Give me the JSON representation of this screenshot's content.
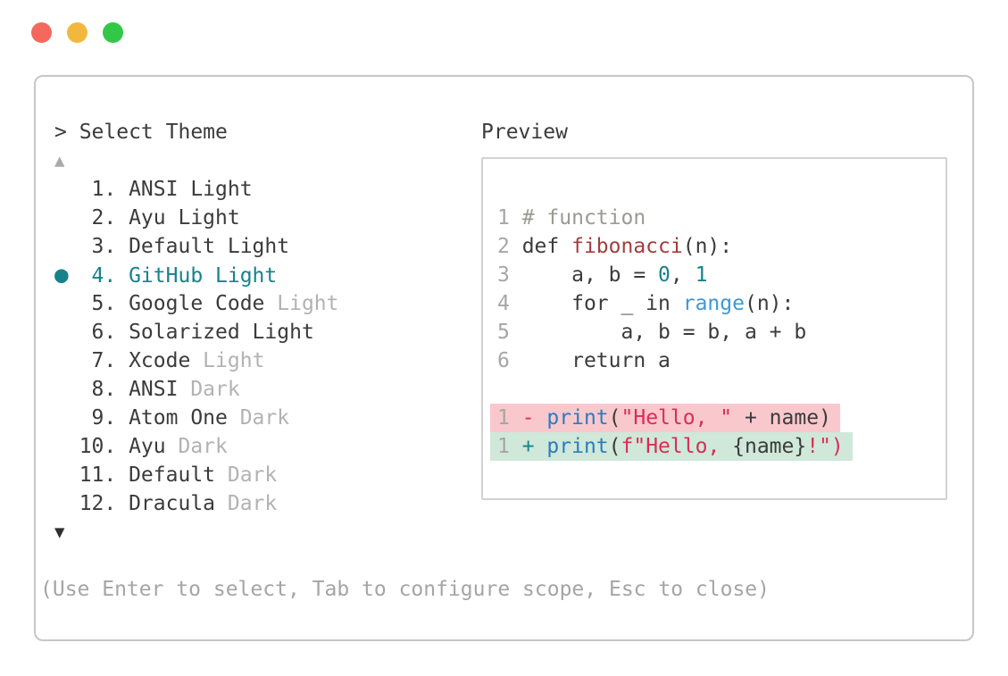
{
  "window": {
    "controls": [
      {
        "name": "close",
        "color": "#f4685e"
      },
      {
        "name": "minimize",
        "color": "#f2b83d"
      },
      {
        "name": "maximize",
        "color": "#33c748"
      }
    ]
  },
  "colors": {
    "text": "#3b3b3b",
    "muted": "#b2b2b2",
    "selected": "#17828b",
    "hint": "#a5a5a5",
    "linenum": "#a6a6a6",
    "comment": "#9a9b92",
    "func": "#a43d3c",
    "num": "#17828b",
    "builtin": "#3e97d7",
    "fn": "#2a7dc0",
    "string": "#d92d54",
    "removed_sign": "#d92d54",
    "added_sign": "#17828b",
    "removed_bg": "#f9c8cd",
    "added_bg": "#cfe8d9",
    "arrow_up": "#a9a9a9",
    "arrow_down": "#2f2f2f"
  },
  "picker": {
    "prompt": "> Select Theme",
    "scroll_up_glyph": "▲",
    "scroll_down_glyph": "▼",
    "bullet_glyph": "●",
    "items": [
      {
        "number": " 1.",
        "name": "ANSI Light",
        "muted": "",
        "selected": false
      },
      {
        "number": " 2.",
        "name": "Ayu Light",
        "muted": "",
        "selected": false
      },
      {
        "number": " 3.",
        "name": "Default Light",
        "muted": "",
        "selected": false
      },
      {
        "number": " 4.",
        "name": "GitHub Light",
        "muted": "",
        "selected": true
      },
      {
        "number": " 5.",
        "name": "Google Code",
        "muted": " Light",
        "selected": false
      },
      {
        "number": " 6.",
        "name": "Solarized Light",
        "muted": "",
        "selected": false
      },
      {
        "number": " 7.",
        "name": "Xcode",
        "muted": " Light",
        "selected": false
      },
      {
        "number": " 8.",
        "name": "ANSI",
        "muted": " Dark",
        "selected": false
      },
      {
        "number": " 9.",
        "name": "Atom One",
        "muted": " Dark",
        "selected": false
      },
      {
        "number": "10.",
        "name": "Ayu",
        "muted": " Dark",
        "selected": false
      },
      {
        "number": "11.",
        "name": "Default",
        "muted": " Dark",
        "selected": false
      },
      {
        "number": "12.",
        "name": "Dracula",
        "muted": " Dark",
        "selected": false
      }
    ],
    "hint": "(Use Enter to select, Tab to configure scope, Esc to close)"
  },
  "preview": {
    "title": "Preview",
    "lines": [
      {
        "type": "code",
        "num": "1",
        "tokens": [
          {
            "t": "# function",
            "c": "comment"
          }
        ]
      },
      {
        "type": "code",
        "num": "2",
        "tokens": [
          {
            "t": "def ",
            "c": "text"
          },
          {
            "t": "fibonacci",
            "c": "func"
          },
          {
            "t": "(n):",
            "c": "text"
          }
        ]
      },
      {
        "type": "code",
        "num": "3",
        "tokens": [
          {
            "t": "    a, b = ",
            "c": "text"
          },
          {
            "t": "0",
            "c": "num"
          },
          {
            "t": ", ",
            "c": "text"
          },
          {
            "t": "1",
            "c": "num"
          }
        ]
      },
      {
        "type": "code",
        "num": "4",
        "tokens": [
          {
            "t": "    for _ in ",
            "c": "text"
          },
          {
            "t": "range",
            "c": "builtin"
          },
          {
            "t": "(n):",
            "c": "text"
          }
        ]
      },
      {
        "type": "code",
        "num": "5",
        "tokens": [
          {
            "t": "        a, b = b, a + b",
            "c": "text"
          }
        ]
      },
      {
        "type": "code",
        "num": "6",
        "tokens": [
          {
            "t": "    return a",
            "c": "text"
          }
        ]
      },
      {
        "type": "blank"
      },
      {
        "type": "diff",
        "num": "1",
        "sign": "-",
        "sign_color": "removed_sign",
        "bg": "removed_bg",
        "tokens": [
          {
            "t": "print",
            "c": "fn"
          },
          {
            "t": "(",
            "c": "text"
          },
          {
            "t": "\"Hello, \"",
            "c": "string"
          },
          {
            "t": " + name)",
            "c": "text"
          }
        ]
      },
      {
        "type": "diff",
        "num": "1",
        "sign": "+",
        "sign_color": "added_sign",
        "bg": "added_bg",
        "tokens": [
          {
            "t": "print",
            "c": "fn"
          },
          {
            "t": "(",
            "c": "text"
          },
          {
            "t": "f\"Hello, ",
            "c": "string"
          },
          {
            "t": "{name}",
            "c": "text"
          },
          {
            "t": "!\")",
            "c": "string"
          }
        ]
      }
    ]
  }
}
